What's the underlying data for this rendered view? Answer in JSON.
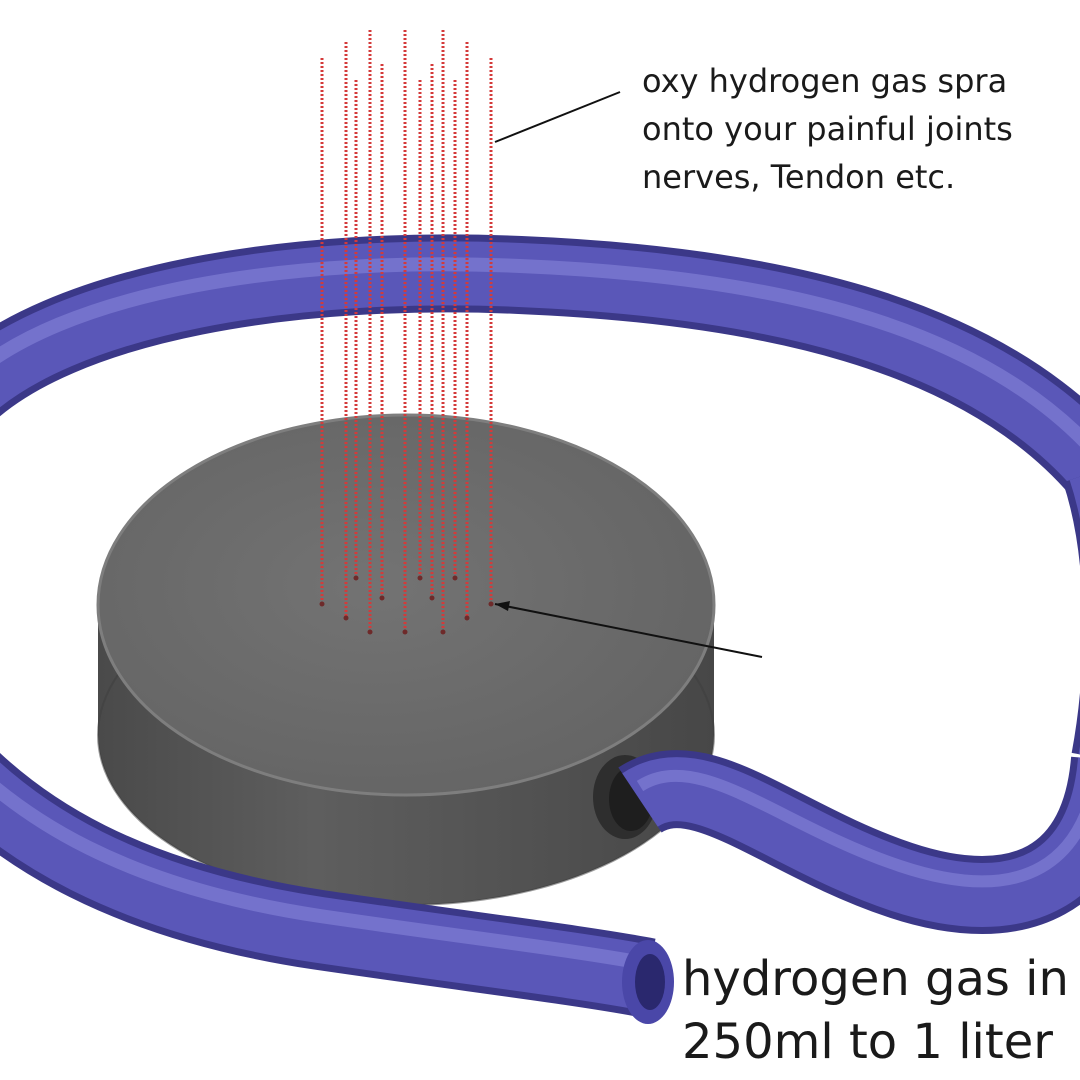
{
  "colors": {
    "background": "#ffffff",
    "hose": "#5a57b8",
    "hose_dark": "#3b3888",
    "hose_light": "#8b88dd",
    "puck_top": "#6c6c6c",
    "puck_side": "#555555",
    "gas_stream": "#d43a3a",
    "text": "#1a1a1a"
  },
  "annotations": {
    "top_line1": "oxy hydrogen gas spra",
    "top_line2": "onto your painful joints",
    "top_line3": "nerves, Tendon etc.",
    "bottom_line1": "hydrogen gas in",
    "bottom_line2": "250ml to 1 liter"
  },
  "icons": {
    "device": "diffuser-puck-icon",
    "tube": "hose-tube-icon",
    "streams": "gas-stream-icon"
  }
}
